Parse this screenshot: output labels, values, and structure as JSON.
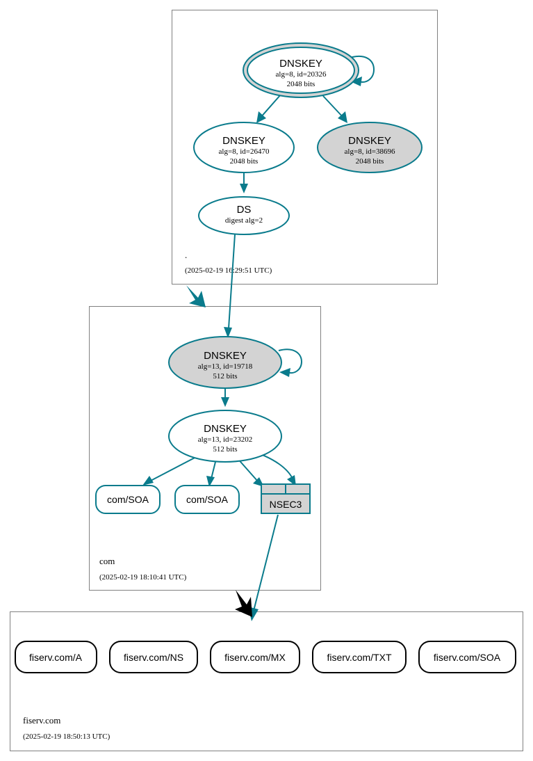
{
  "diagram": {
    "type": "dnssec-authentication-chain",
    "colors": {
      "secure": "#0a7b8c",
      "insecure": "#000000",
      "node_fill_shaded": "#d3d3d3",
      "node_fill_plain": "#ffffff",
      "zone_border": "#808080"
    }
  },
  "zones": [
    {
      "id": "root",
      "name": ".",
      "timestamp": "(2025-02-19 16:29:51 UTC)",
      "nodes": [
        {
          "id": "root-ksk",
          "kind": "DNSKEY",
          "title": "DNSKEY",
          "line2": "alg=8, id=20326",
          "line3": "2048 bits",
          "shaded": true,
          "trust_anchor": true,
          "self_signed": true
        },
        {
          "id": "root-zsk-26470",
          "kind": "DNSKEY",
          "title": "DNSKEY",
          "line2": "alg=8, id=26470",
          "line3": "2048 bits",
          "shaded": false,
          "trust_anchor": false,
          "self_signed": false
        },
        {
          "id": "root-zsk-38696",
          "kind": "DNSKEY",
          "title": "DNSKEY",
          "line2": "alg=8, id=38696",
          "line3": "2048 bits",
          "shaded": true,
          "trust_anchor": false,
          "self_signed": false
        },
        {
          "id": "root-ds",
          "kind": "DS",
          "title": "DS",
          "line2": "digest alg=2",
          "line3": "",
          "shaded": false,
          "trust_anchor": false,
          "self_signed": false
        }
      ]
    },
    {
      "id": "com",
      "name": "com",
      "timestamp": "(2025-02-19 18:10:41 UTC)",
      "nodes": [
        {
          "id": "com-ksk",
          "kind": "DNSKEY",
          "title": "DNSKEY",
          "line2": "alg=13, id=19718",
          "line3": "512 bits",
          "shaded": true,
          "trust_anchor": false,
          "self_signed": true
        },
        {
          "id": "com-zsk",
          "kind": "DNSKEY",
          "title": "DNSKEY",
          "line2": "alg=13, id=23202",
          "line3": "512 bits",
          "shaded": false,
          "trust_anchor": false,
          "self_signed": false
        },
        {
          "id": "com-soa-1",
          "kind": "RRSET",
          "title": "com/SOA",
          "shaded": false
        },
        {
          "id": "com-soa-2",
          "kind": "RRSET",
          "title": "com/SOA",
          "shaded": false
        },
        {
          "id": "com-nsec3",
          "kind": "NSEC3",
          "title": "NSEC3",
          "shaded": true
        }
      ]
    },
    {
      "id": "fiserv",
      "name": "fiserv.com",
      "timestamp": "(2025-02-19 18:50:13 UTC)",
      "nodes": [
        {
          "id": "fiserv-a",
          "kind": "RRSET",
          "title": "fiserv.com/A",
          "shaded": false
        },
        {
          "id": "fiserv-ns",
          "kind": "RRSET",
          "title": "fiserv.com/NS",
          "shaded": false
        },
        {
          "id": "fiserv-mx",
          "kind": "RRSET",
          "title": "fiserv.com/MX",
          "shaded": false
        },
        {
          "id": "fiserv-txt",
          "kind": "RRSET",
          "title": "fiserv.com/TXT",
          "shaded": false
        },
        {
          "id": "fiserv-soa",
          "kind": "RRSET",
          "title": "fiserv.com/SOA",
          "shaded": false
        }
      ]
    }
  ],
  "edges": [
    {
      "from": "root-ksk",
      "to": "root-ksk",
      "status": "secure"
    },
    {
      "from": "root-ksk",
      "to": "root-zsk-26470",
      "status": "secure"
    },
    {
      "from": "root-ksk",
      "to": "root-zsk-38696",
      "status": "secure"
    },
    {
      "from": "root-zsk-26470",
      "to": "root-ds",
      "status": "secure"
    },
    {
      "from": "root-ds",
      "to": "com-ksk",
      "status": "secure"
    },
    {
      "from": "root",
      "to": "com",
      "status": "secure-delegation"
    },
    {
      "from": "com-ksk",
      "to": "com-ksk",
      "status": "secure"
    },
    {
      "from": "com-ksk",
      "to": "com-zsk",
      "status": "secure"
    },
    {
      "from": "com-zsk",
      "to": "com-soa-1",
      "status": "secure"
    },
    {
      "from": "com-zsk",
      "to": "com-soa-2",
      "status": "secure"
    },
    {
      "from": "com-zsk",
      "to": "com-nsec3",
      "status": "secure"
    },
    {
      "from": "com-zsk",
      "to": "com-nsec3",
      "status": "secure"
    },
    {
      "from": "com-nsec3",
      "to": "fiserv",
      "status": "secure"
    },
    {
      "from": "com",
      "to": "fiserv",
      "status": "insecure-delegation"
    }
  ]
}
